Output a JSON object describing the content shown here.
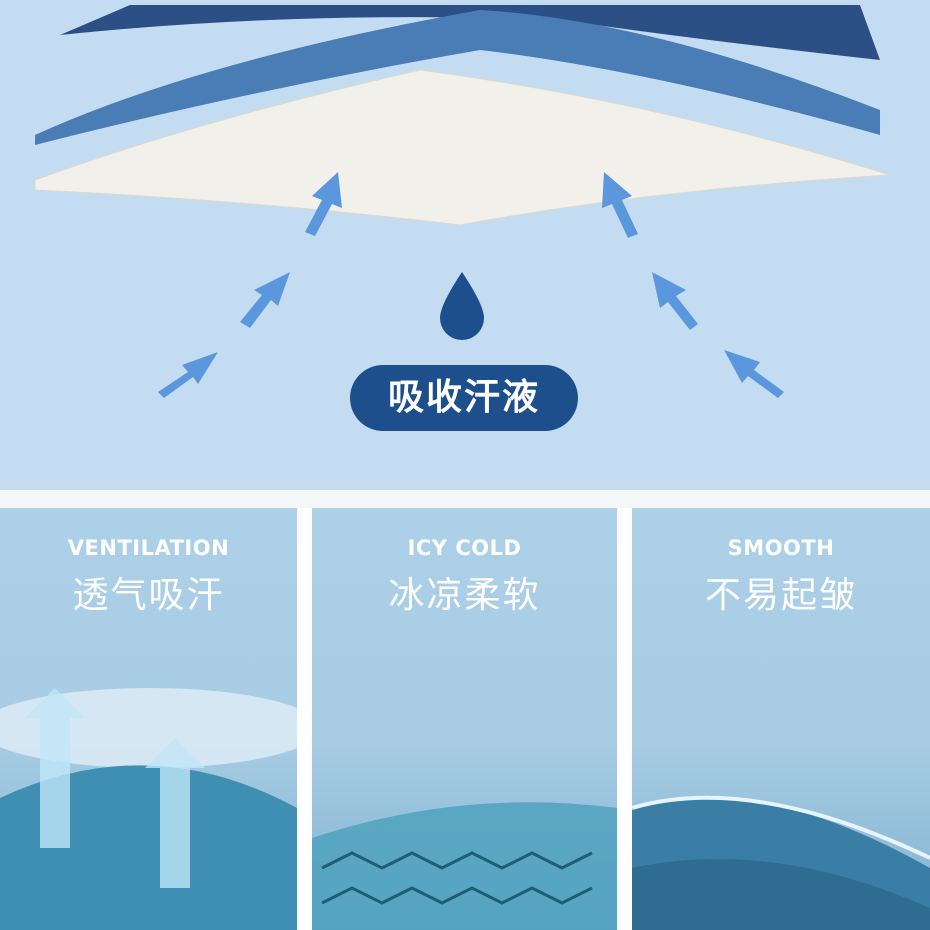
{
  "hero": {
    "badge_label": "吸收汗液",
    "icon": "water-drop-icon"
  },
  "features": [
    {
      "title_en": "VENTILATION",
      "title_cn": "透气吸汗"
    },
    {
      "title_en": "ICY COLD",
      "title_cn": "冰凉柔软"
    },
    {
      "title_en": "SMOOTH",
      "title_cn": "不易起皱"
    }
  ],
  "colors": {
    "background": "#c4dcf1",
    "badge": "#1e4f8d",
    "arrow": "#5b97dc",
    "fabric_blue": "#3d6fa5"
  }
}
